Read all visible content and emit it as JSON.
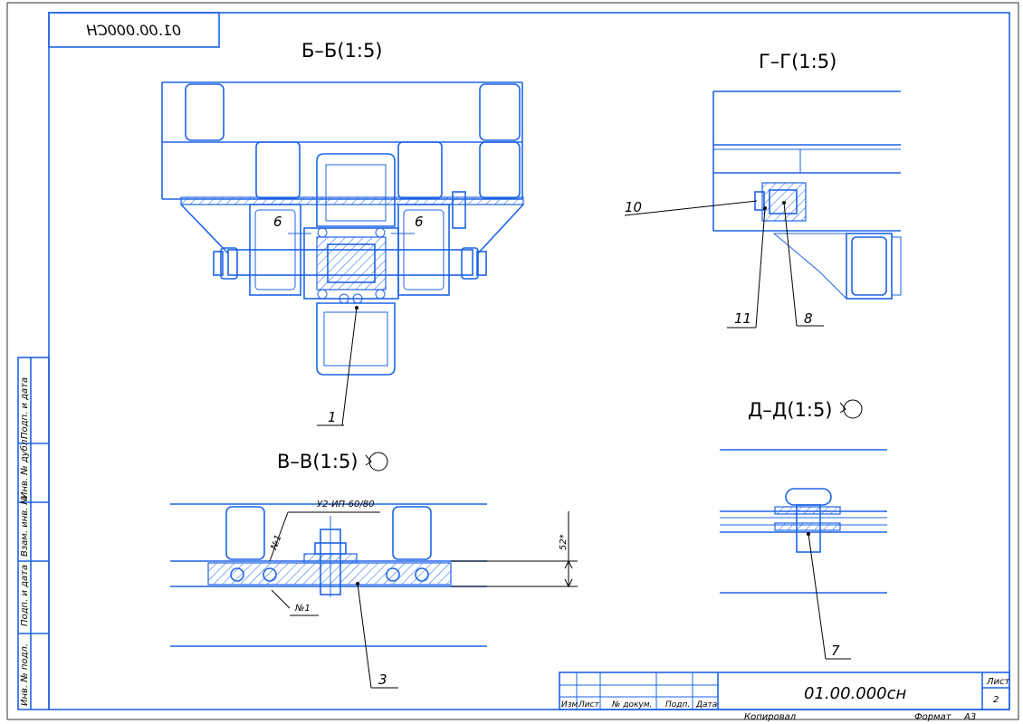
{
  "sheet": {
    "mirrored_code": "01.00.000СН",
    "designation": "01.00.000сн",
    "sheet_label": "Лист",
    "sheet_number": "2",
    "copied_label": "Копировал",
    "format_label": "Формат",
    "format_value": "А3"
  },
  "side_stamp": [
    "Инв. № подл.",
    "Подп. и дата",
    "Взам. инв. №",
    "Инв. № дубл.",
    "Подп. и дата"
  ],
  "title_block_headers": [
    "Изм.",
    "Лист",
    "№ докум.",
    "Подп.",
    "Дата"
  ],
  "views": {
    "bb": {
      "title": "Б–Б(1:5)",
      "dim_left": "6",
      "dim_right": "6",
      "callouts": [
        "1"
      ]
    },
    "gg": {
      "title": "Г–Г(1:5)",
      "callouts": [
        "10",
        "11",
        "8"
      ]
    },
    "vv": {
      "title": "В–В(1:5)",
      "profile": "У2-ИП-60/80",
      "weld_top": "№1",
      "weld_bottom": "№1",
      "dim": "52*",
      "callouts": [
        "3"
      ]
    },
    "dd": {
      "title": "Д–Д(1:5)",
      "callouts": [
        "7"
      ]
    }
  }
}
